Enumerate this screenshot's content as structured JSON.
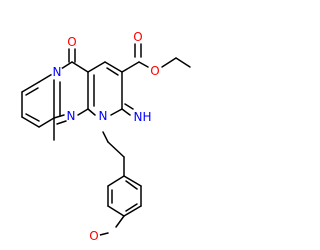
{
  "molecule": {
    "labels": {
      "carbonyl_O": "O",
      "ring_N1": "N",
      "ring_N2": "N",
      "ring_N3": "N",
      "imine_N": "N",
      "imine_H": "H",
      "ester_O_double": "O",
      "ester_O_single": "O",
      "methoxy_O": "O"
    },
    "colors": {
      "bond": "#000000",
      "oxygen": "#ff0000",
      "nitrogen": "#0000ff"
    }
  }
}
